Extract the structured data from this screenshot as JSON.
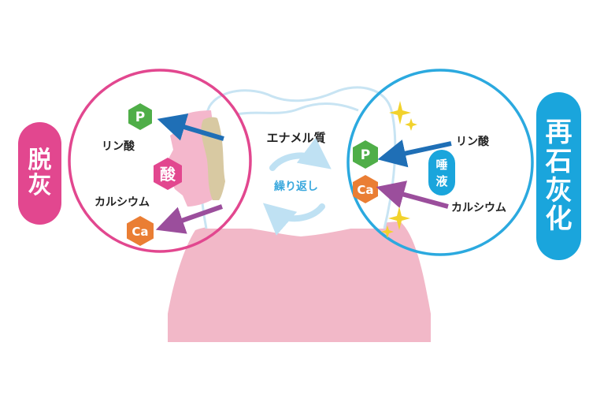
{
  "left_label": [
    "脱",
    "灰"
  ],
  "right_label": [
    "再",
    "石",
    "灰",
    "化"
  ],
  "center": {
    "enamel": "エナメル質",
    "cycle": "繰り返し"
  },
  "left_circle": {
    "phosphate_label": "リン酸",
    "phosphate_symbol": "P",
    "acid": "酸",
    "calcium_label": "カルシウム",
    "calcium_symbol": "Ca"
  },
  "right_circle": {
    "phosphate_label": "リン酸",
    "phosphate_symbol": "P",
    "saliva": "唾液",
    "calcium_label": "カルシウム",
    "calcium_symbol": "Ca"
  },
  "colors": {
    "demineralization": "#e2478f",
    "remineralization": "#1aa5dc",
    "gum": "#f2b8c8",
    "phosphate": "#4fae48",
    "calcium": "#ea7e34",
    "arrow_blue": "#1f6fb6",
    "arrow_purple": "#9b4e9c"
  }
}
